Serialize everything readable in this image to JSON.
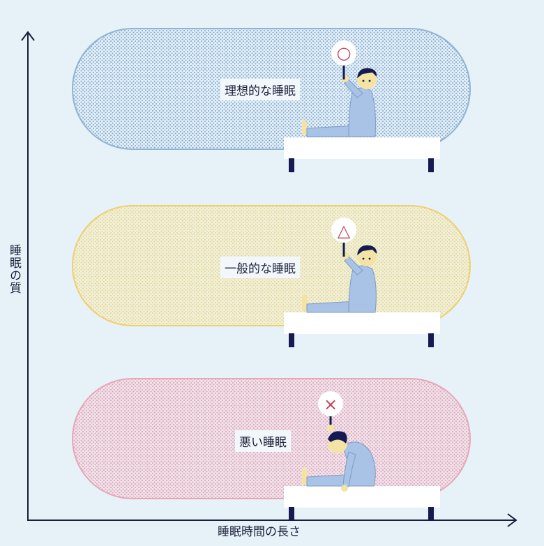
{
  "axes": {
    "y_label": "睡眠の質",
    "x_label": "睡眠時間の長さ"
  },
  "categories": [
    {
      "label": "理想的な睡眠",
      "sign": "○",
      "sign_color": "#c0445e",
      "zone_color": "#6f9ec7",
      "zone_fill": "#d4e6f3"
    },
    {
      "label": "一般的な睡眠",
      "sign": "△",
      "sign_color": "#c0445e",
      "zone_color": "#f0cf6e",
      "zone_fill": "#f6efcf"
    },
    {
      "label": "悪い睡眠",
      "sign": "×",
      "sign_color": "#c0445e",
      "zone_color": "#e59aa8",
      "zone_fill": "#f3dce3"
    }
  ],
  "colors": {
    "background": "#e6f1f8",
    "axis": "#1b1f3a",
    "bed": "#ffffff",
    "bed_legs": "#151a52",
    "pajama": "#a9c3e6",
    "skin": "#f4e4a3",
    "hair": "#151a52"
  }
}
